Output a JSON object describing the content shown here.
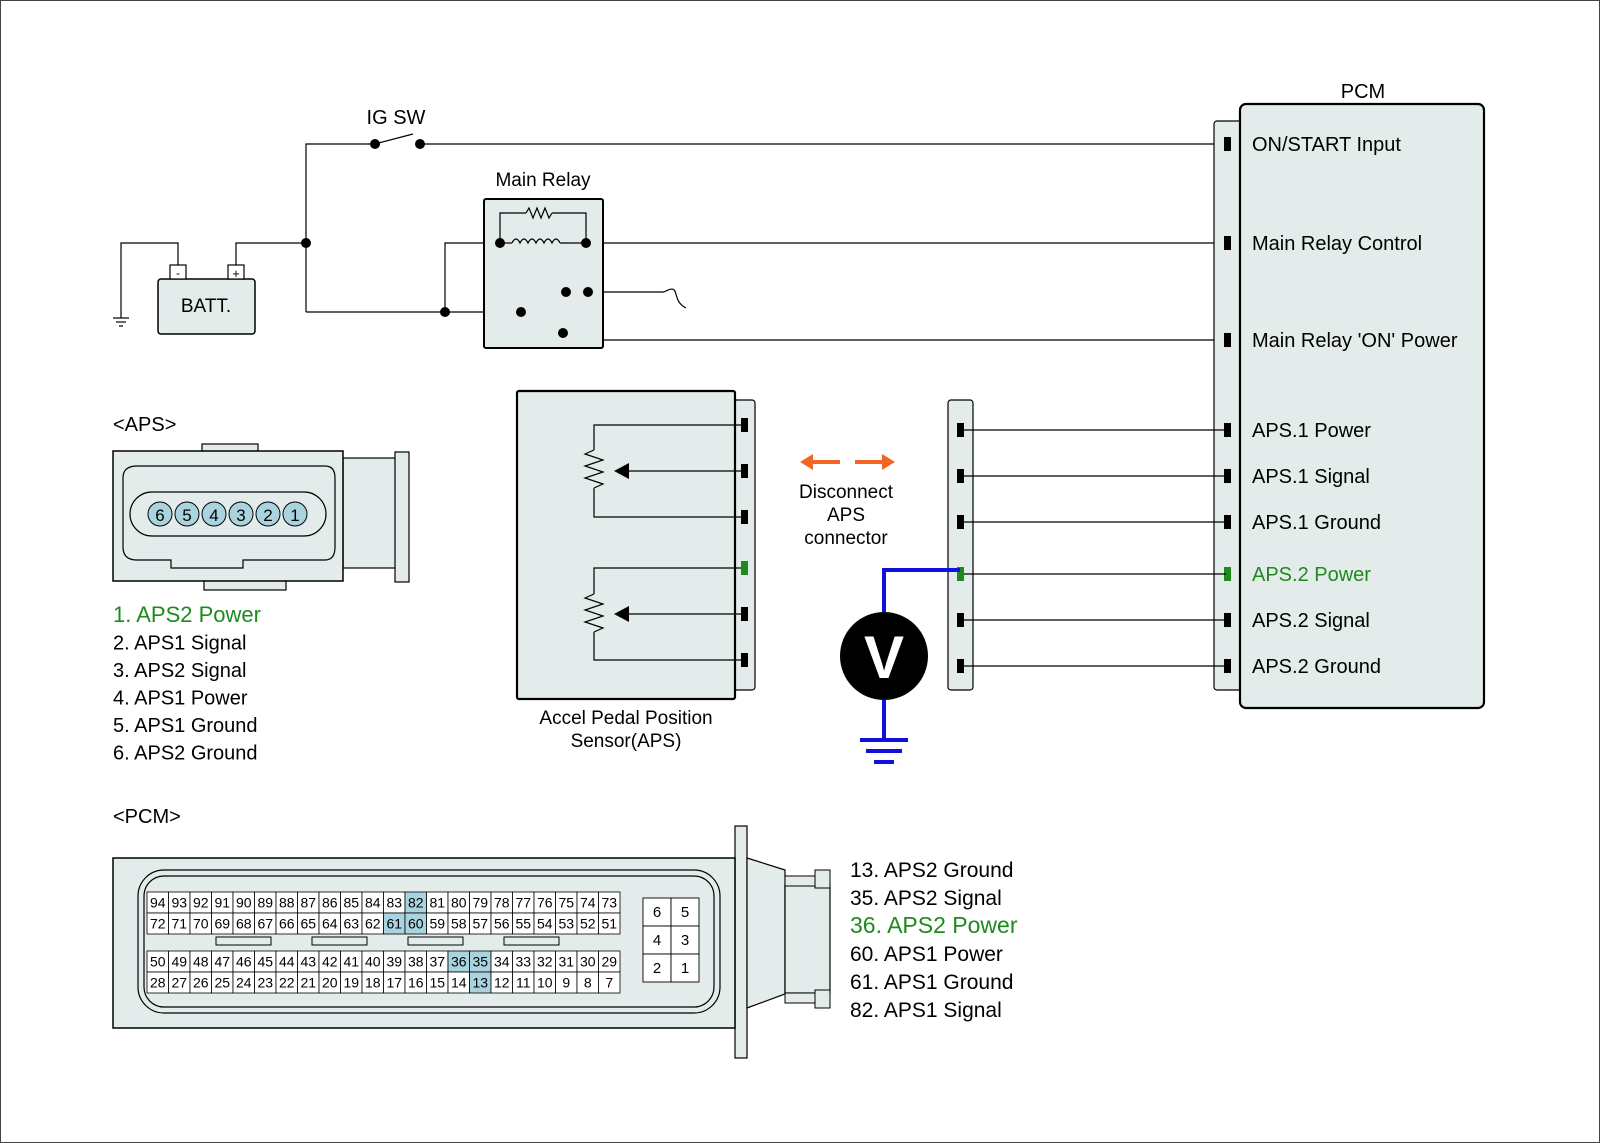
{
  "top": {
    "ig_sw": "IG SW",
    "main_relay": "Main Relay",
    "batt": "BATT.",
    "batt_neg": "-",
    "batt_pos": "+",
    "pcm": "PCM"
  },
  "pcm_pins": [
    {
      "label": "ON/START Input",
      "color": "#000000"
    },
    {
      "label": "Main Relay Control",
      "color": "#000000"
    },
    {
      "label": "Main Relay 'ON' Power",
      "color": "#000000"
    },
    {
      "label": "APS.1 Power",
      "color": "#000000"
    },
    {
      "label": "APS.1 Signal",
      "color": "#000000"
    },
    {
      "label": "APS.1 Ground",
      "color": "#000000"
    },
    {
      "label": "APS.2 Power",
      "color": "#1e8a1e"
    },
    {
      "label": "APS.2 Signal",
      "color": "#000000"
    },
    {
      "label": "APS.2 Ground",
      "color": "#000000"
    }
  ],
  "aps_connector": {
    "title": "<APS>",
    "pins": [
      "6",
      "5",
      "4",
      "3",
      "2",
      "1"
    ],
    "list": [
      {
        "text": "1. APS2 Power",
        "color": "#1e8a1e"
      },
      {
        "text": "2. APS1 Signal",
        "color": "#000000"
      },
      {
        "text": "3. APS2 Signal",
        "color": "#000000"
      },
      {
        "text": "4. APS1 Power",
        "color": "#000000"
      },
      {
        "text": "5. APS1 Ground",
        "color": "#000000"
      },
      {
        "text": "6. APS2 Ground",
        "color": "#000000"
      }
    ]
  },
  "sensor": {
    "label_line1": "Accel Pedal Position",
    "label_line2": "Sensor(APS)"
  },
  "disconnect": {
    "line1": "Disconnect",
    "line2": "APS",
    "line3": "connector",
    "arrow_color": "#f26522"
  },
  "voltmeter": {
    "symbol": "V",
    "probe_color": "#1111dd"
  },
  "pcm_connector": {
    "title": "<PCM>",
    "row1": [
      "94",
      "93",
      "92",
      "91",
      "90",
      "89",
      "88",
      "87",
      "86",
      "85",
      "84",
      "83",
      "82",
      "81",
      "80",
      "79",
      "78",
      "77",
      "76",
      "75",
      "74",
      "73"
    ],
    "row2": [
      "72",
      "71",
      "70",
      "69",
      "68",
      "67",
      "66",
      "65",
      "64",
      "63",
      "62",
      "61",
      "60",
      "59",
      "58",
      "57",
      "56",
      "55",
      "54",
      "53",
      "52",
      "51"
    ],
    "row3": [
      "50",
      "49",
      "48",
      "47",
      "46",
      "45",
      "44",
      "43",
      "42",
      "41",
      "40",
      "39",
      "38",
      "37",
      "36",
      "35",
      "34",
      "33",
      "32",
      "31",
      "30",
      "29"
    ],
    "row4": [
      "28",
      "27",
      "26",
      "25",
      "24",
      "23",
      "22",
      "21",
      "20",
      "19",
      "18",
      "17",
      "16",
      "15",
      "14",
      "13",
      "12",
      "11",
      "10",
      "9",
      "8",
      "7"
    ],
    "highlighted": [
      "82",
      "61",
      "60",
      "36",
      "35",
      "13"
    ],
    "small_grid": [
      "6",
      "5",
      "4",
      "3",
      "2",
      "1"
    ],
    "list": [
      {
        "text": "13. APS2 Ground",
        "color": "#000000"
      },
      {
        "text": "35. APS2 Signal",
        "color": "#000000"
      },
      {
        "text": "36. APS2 Power",
        "color": "#1e8a1e"
      },
      {
        "text": "60. APS1 Power",
        "color": "#000000"
      },
      {
        "text": "61. APS1 Ground",
        "color": "#000000"
      },
      {
        "text": "82. APS1 Signal",
        "color": "#000000"
      }
    ]
  },
  "colors": {
    "box_fill": "#e3ebeb",
    "pin_highlight": "#a9d3de",
    "green": "#1e8a1e"
  }
}
